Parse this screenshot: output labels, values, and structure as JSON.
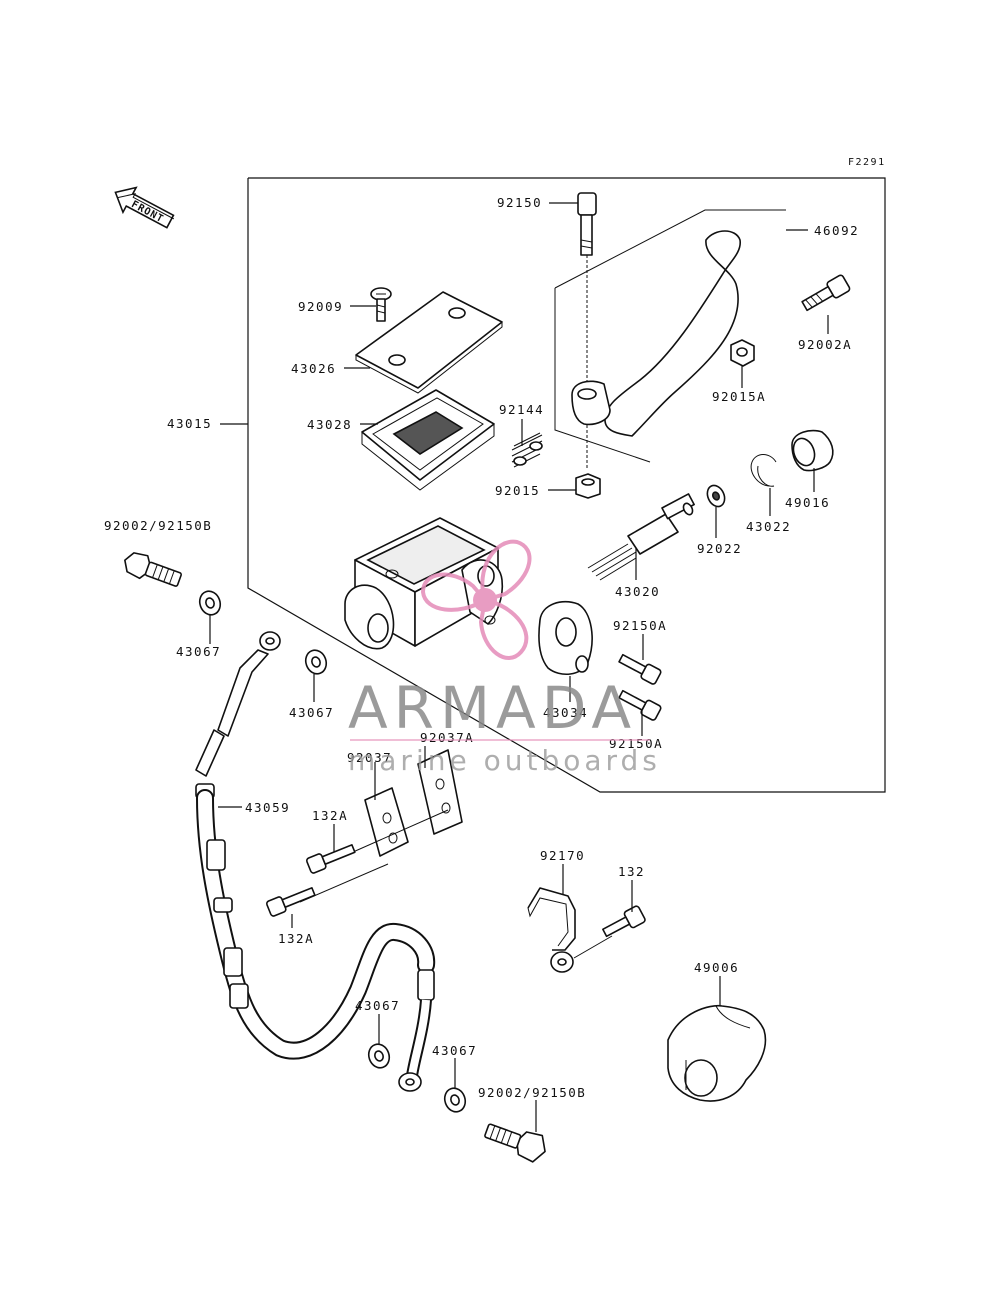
{
  "figure_code": "F2291",
  "front_marker": "FRONT",
  "watermark": {
    "brand": "ARMADA",
    "tagline": "marine outboards",
    "accent": "#e48bb8",
    "text_color": "#8a8a8a"
  },
  "labels": {
    "p92150": "92150",
    "p46092": "46092",
    "p92009": "92009",
    "p92002A": "92002A",
    "p43026": "43026",
    "p92015A": "92015A",
    "p43015": "43015",
    "p43028": "43028",
    "p92144": "92144",
    "p92015": "92015",
    "p49016": "49016",
    "p43022": "43022",
    "p92002_top": "92002/92150B",
    "p92022": "92022",
    "p43020": "43020",
    "p43067_a": "43067",
    "p92150A_top": "92150A",
    "p43067_b": "43067",
    "p43034": "43034",
    "p92150A_bot": "92150A",
    "p92037": "92037",
    "p92037A": "92037A",
    "p43059": "43059",
    "p132A_a": "132A",
    "p92170": "92170",
    "p132": "132",
    "p132A_b": "132A",
    "p49006": "49006",
    "p43067_c": "43067",
    "p43067_d": "43067",
    "p92002_bot": "92002/92150B"
  }
}
